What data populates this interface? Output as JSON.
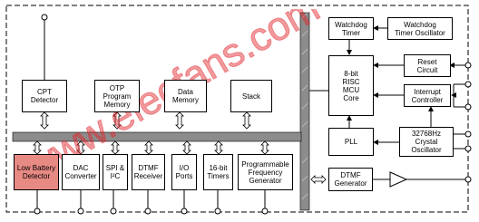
{
  "blocks": {
    "cpt": "CPT\nDetector",
    "otp": "OTP\nProgram\nMemory",
    "data_memory": "Data\nMemory",
    "stack": "Stack",
    "watchdog": "Watchdog\nTimer",
    "watchdog_osc": "Watchdog\nTimer Oscillator",
    "risc": "8-bit\nRISC\nMCU\nCore",
    "reset": "Reset\nCircuit",
    "interrupt": "Interrupt\nController",
    "pll": "PLL",
    "crystal": "32768Hz\nCrystal\nOscillator",
    "low_battery": "Low Battery\nDetector",
    "dac": "DAC\nConverter",
    "spi": "SPI &\nI²C",
    "dtmf_rx": "DTMF\nReceiver",
    "io": "I/O\nPorts",
    "timers": "16-bit\nTimers",
    "pfg": "Programmable\nFrequency\nGenerator",
    "dtmf_gen": "DTMF\nGenerator"
  },
  "watermark": {
    "text": "www.elecfans.com",
    "color": "#e0242a"
  },
  "colors": {
    "bus": "#8c8c8c",
    "low_battery_fill": "#e88a84"
  }
}
